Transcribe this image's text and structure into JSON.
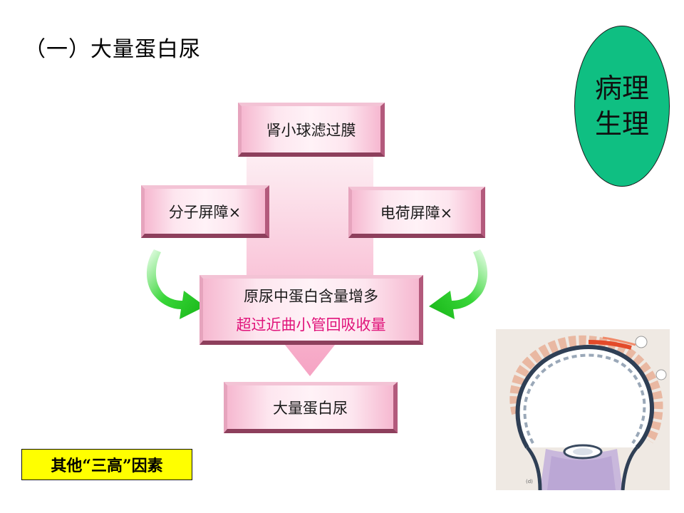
{
  "slide": {
    "title": "（一）大量蛋白尿",
    "badge_line1": "病理",
    "badge_line2": "生理",
    "flow": {
      "box_top": "肾小球滤过膜",
      "box_left": "分子屏障×",
      "box_right": "电荷屏障×",
      "box_middle_line1": "原尿中蛋白含量增多",
      "box_middle_line2": "超过近曲小管回吸收量",
      "box_bottom": "大量蛋白尿"
    },
    "note": "其他“三高”因素",
    "diagram_label": "(d)"
  },
  "colors": {
    "badge_fill": "#0fbf82",
    "box_fill": "#fde6ef",
    "box_edge": "#8d3f5c",
    "emphasis_text": "#e0137a",
    "curved_arrow": "#22cc22",
    "note_fill": "#ffff00"
  },
  "icons": [
    "curved-arrow-left-icon",
    "curved-arrow-right-icon",
    "down-arrow-icon"
  ]
}
